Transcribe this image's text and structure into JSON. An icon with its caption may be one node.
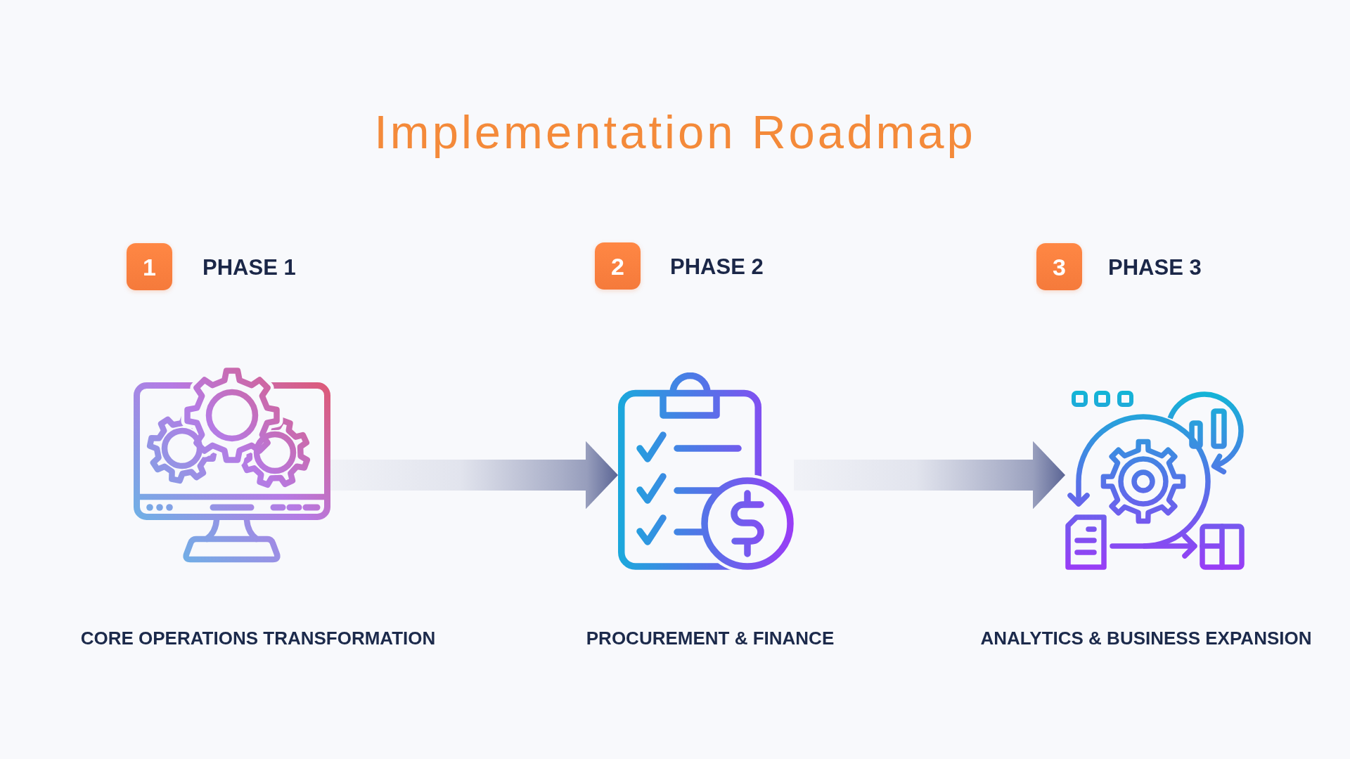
{
  "diagram": {
    "title": "Implementation Roadmap",
    "nodes": [
      {
        "text": [
          "1"
        ],
        "beside": [
          "PHASE 1"
        ]
      },
      {
        "text": [
          "2"
        ],
        "beside": [
          "PHASE 2"
        ]
      },
      {
        "text": [
          "3"
        ],
        "beside": [
          "PHASE 3"
        ]
      },
      {
        "text": [],
        "shape": "picture",
        "beside": [
          "CORE OPERATIONS TRANSFORMATION"
        ]
      },
      {
        "text": [],
        "shape": "picture",
        "beside": [
          "PROCUREMENT & FINANCE"
        ]
      },
      {
        "text": [],
        "shape": "picture",
        "beside": [
          "ANALYTICS & BUSINESS EXPANSION"
        ]
      }
    ],
    "edges": [
      {
        "from": 3,
        "to": 4,
        "arrow": "to"
      },
      {
        "from": 4,
        "to": 5,
        "arrow": "to"
      }
    ]
  }
}
